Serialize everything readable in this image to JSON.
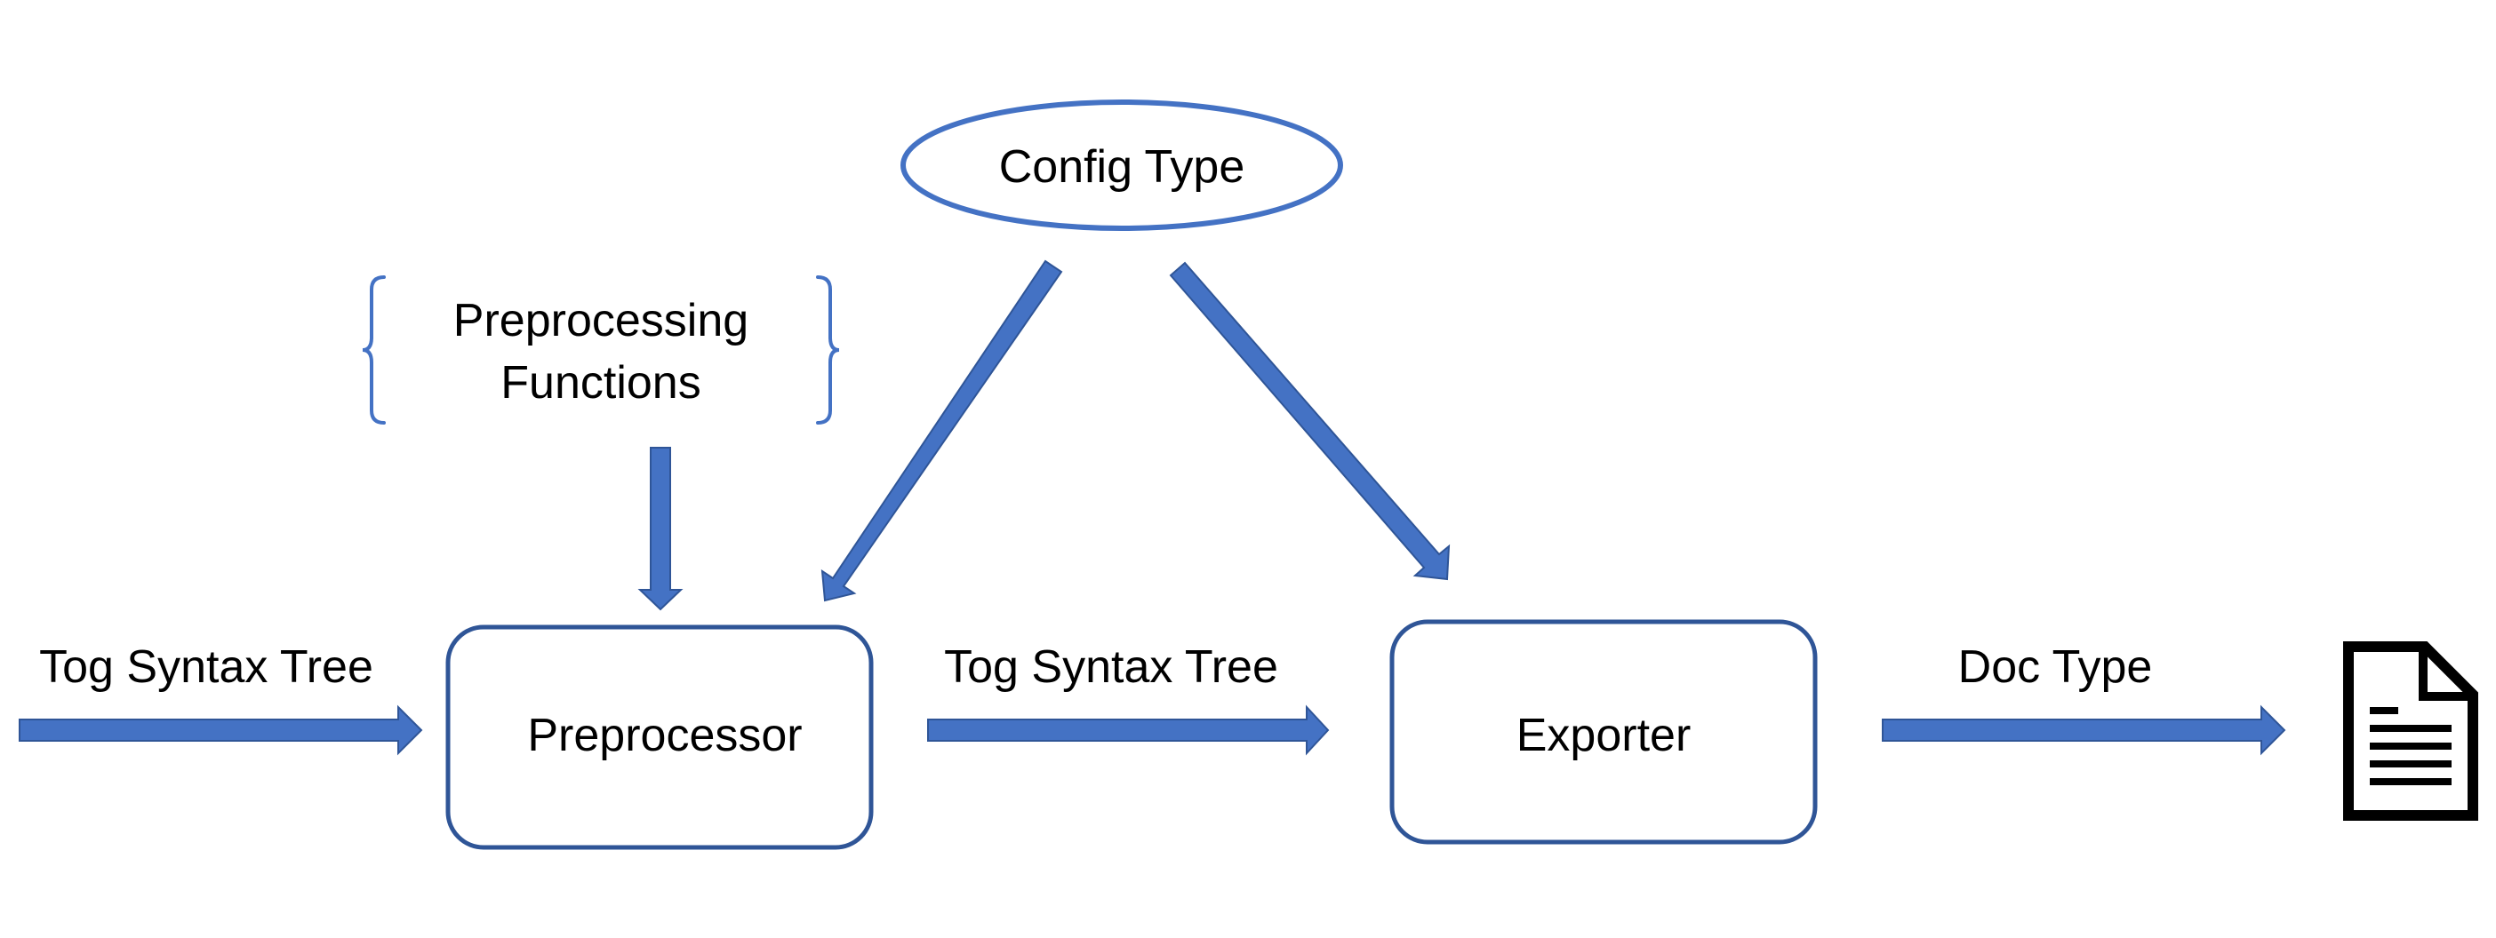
{
  "diagram": {
    "nodes": {
      "config_type": "Config Type",
      "preprocessing_functions_line1": "Preprocessing",
      "preprocessing_functions_line2": "Functions",
      "preprocessor": "Preprocessor",
      "exporter": "Exporter"
    },
    "edges": {
      "input_label": "Tog Syntax Tree",
      "middle_label": "Tog Syntax Tree",
      "output_label": "Doc Type"
    },
    "icons": [
      "document-icon",
      "left-brace-icon",
      "right-brace-icon"
    ],
    "colors": {
      "arrow_fill": "#4472C4",
      "arrow_stroke": "#2F5597",
      "box_stroke": "#2F5597",
      "ellipse_stroke": "#4472C4",
      "text": "#000000"
    }
  }
}
